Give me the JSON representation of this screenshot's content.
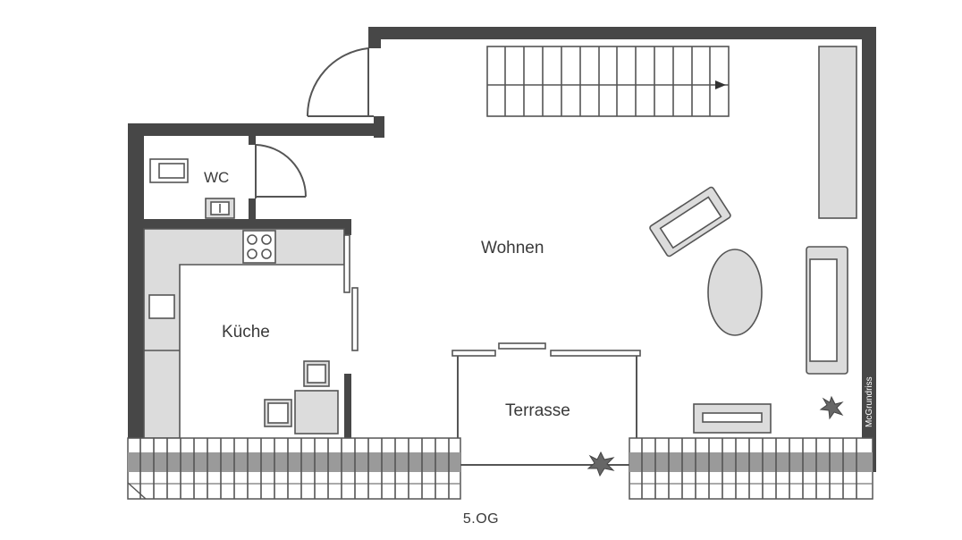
{
  "rooms": {
    "wc": "WC",
    "kitchen": "Küche",
    "living": "Wohnen",
    "terrace": "Terrasse"
  },
  "credit": "McGrundriss",
  "floor_caption": "5.OG",
  "colors": {
    "wall": "#474747",
    "fixture_fill": "#dcdcdc",
    "line": "#555555"
  }
}
